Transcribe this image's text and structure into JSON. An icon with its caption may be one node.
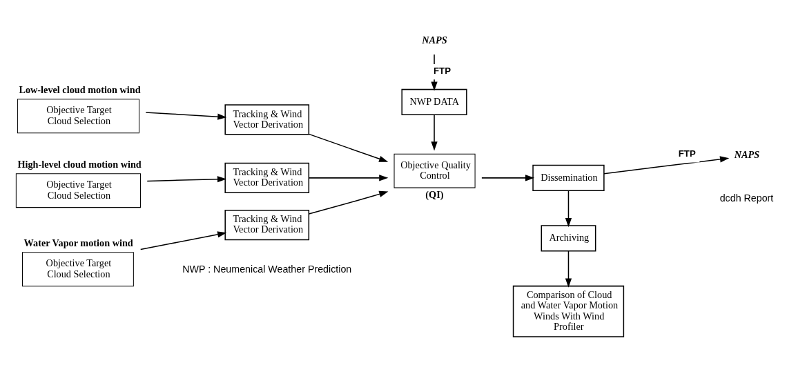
{
  "diagram": {
    "nodes": [
      {
        "text": [
          "Objective Target Cloud Selection"
        ],
        "beside": [
          "Low-level cloud motion wind"
        ]
      },
      {
        "text": [
          "Tracking & Wind Vector Derivation"
        ]
      },
      {
        "text": [
          "Objective Target Cloud Selection"
        ],
        "beside": [
          "High-level cloud motion wind"
        ]
      },
      {
        "text": [
          "Tracking & Wind Vector Derivation"
        ]
      },
      {
        "text": [
          "Objective Target Cloud Selection"
        ],
        "beside": [
          "Water Vapor motion wind"
        ]
      },
      {
        "text": [
          "Tracking & Wind Vector Derivation"
        ]
      },
      {
        "text": [
          "NAPS"
        ]
      },
      {
        "text": [
          "NWP DATA"
        ]
      },
      {
        "text": [
          "Objective Quality Control"
        ],
        "beside": [
          "(QI)"
        ]
      },
      {
        "text": [
          "Dissemination"
        ]
      },
      {
        "text": [
          "NAPS"
        ]
      },
      {
        "text": [
          "Archiving"
        ]
      },
      {
        "text": [
          "Comparison of Cloud and Water Vapor Motion Winds With Wind Profiler"
        ]
      }
    ],
    "edges": [
      {
        "from": 0,
        "to": 1,
        "arrow": "to"
      },
      {
        "from": 2,
        "to": 3,
        "arrow": "to"
      },
      {
        "from": 4,
        "to": 5,
        "arrow": "to"
      },
      {
        "from": 1,
        "to": 8,
        "arrow": "to"
      },
      {
        "from": 3,
        "to": 8,
        "arrow": "to"
      },
      {
        "from": 5,
        "to": 8,
        "arrow": "to"
      },
      {
        "from": 6,
        "to": 7,
        "arrow": "to",
        "label": "FTP"
      },
      {
        "from": 7,
        "to": 8,
        "arrow": "to"
      },
      {
        "from": 8,
        "to": 9,
        "arrow": "to"
      },
      {
        "from": 9,
        "to": 10,
        "arrow": "to",
        "label": "FTP"
      },
      {
        "from": 9,
        "to": 11,
        "arrow": "to"
      },
      {
        "from": 11,
        "to": 12,
        "arrow": "to"
      }
    ],
    "labels": [
      "dcdh Report",
      "NWP : Neumenical Weather Prediction"
    ]
  }
}
